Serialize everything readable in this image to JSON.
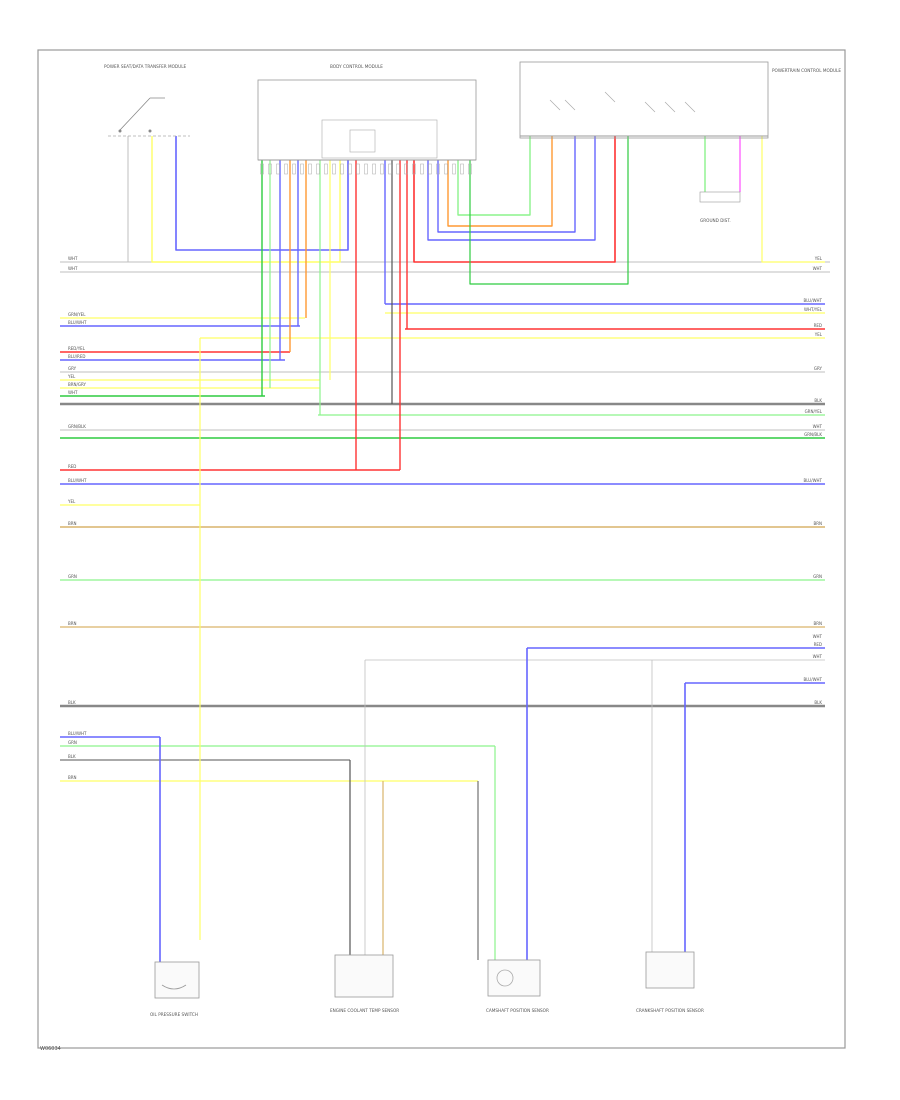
{
  "colors": {
    "white": "#bfbfbf",
    "yellow": "#ffff66",
    "blue": "#6666ff",
    "red": "#ff3333",
    "green": "#2ecc40",
    "lightgreen": "#8cf38c",
    "orange": "#ff9933",
    "gray": "#888888",
    "darkgray": "#555555",
    "tan": "#d9b36b",
    "pink": "#ff66ff",
    "frame": "#999999"
  },
  "labels": {
    "top_left_component": "POWER SEAT/DATA TRANSFER MODULE",
    "top_center_component": "BODY CONTROL MODULE",
    "top_right_component": "POWERTRAIN CONTROL MODULE",
    "ground_component": "GROUND DIST.",
    "bottom_1": "OIL PRESSURE SWITCH",
    "bottom_2": "ENGINE COOLANT TEMP SENSOR",
    "bottom_3": "CAMSHAFT POSITION SENSOR",
    "bottom_4": "CRANKSHAFT POSITION SENSOR",
    "footer_code": "W06034"
  },
  "wire_labels": {
    "left": [
      "WHT",
      "WHT",
      "GRN/YEL",
      "BLU/WHT",
      "RED/YEL",
      "BLU/RED",
      "GRY",
      "YEL",
      "BRN/GRY",
      "WHT",
      "GRN/BLK",
      "RED",
      "BLU/WHT",
      "YEL",
      "BRN",
      "GRN",
      "BRN",
      "BLK",
      "BLU/WHT",
      "GRN",
      "BLK",
      "BRN"
    ],
    "right": [
      "YEL",
      "WHT",
      "BLU/WHT",
      "WHT/YEL",
      "RED",
      "YEL",
      "GRY",
      "BLK",
      "GRN/YEL",
      "WHT",
      "GRN/BLK",
      "BLU/WHT",
      "BRN",
      "GRN",
      "BRN",
      "WHT",
      "RED",
      "WHT",
      "BLU/WHT",
      "BLK"
    ]
  }
}
